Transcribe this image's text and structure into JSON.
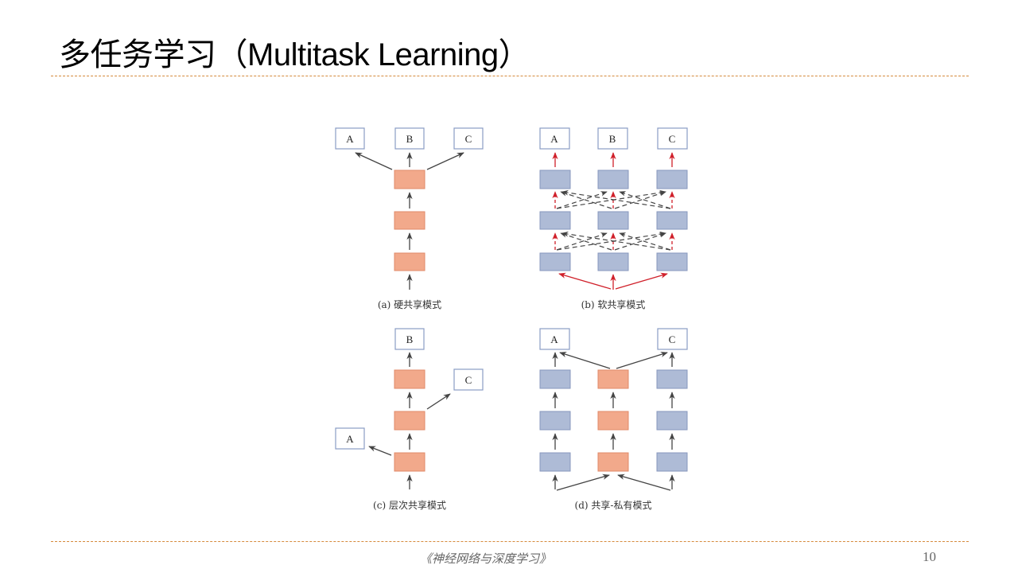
{
  "slide": {
    "title": "多任务学习（Multitask Learning）",
    "footer_book": "《神经网络与深度学习》",
    "page_number": "10"
  },
  "colors": {
    "shared_layer": "#f2a98b",
    "shared_layer_border": "#e08a68",
    "private_layer": "#aebbd6",
    "private_layer_border": "#8797bd",
    "task_box_border": "#8a9cc4",
    "arrow": "#444444",
    "soft_share_arrow": "#d0202a",
    "rule": "#d58a3c"
  },
  "figure": {
    "panels": [
      {
        "id": "a",
        "caption": "(a) 硬共享模式",
        "tasks": [
          "A",
          "B",
          "C"
        ]
      },
      {
        "id": "b",
        "caption": "(b) 软共享模式",
        "tasks": [
          "A",
          "B",
          "C"
        ]
      },
      {
        "id": "c",
        "caption": "(c) 层次共享模式",
        "tasks": [
          "B",
          "C",
          "A"
        ]
      },
      {
        "id": "d",
        "caption": "(d) 共享-私有模式",
        "tasks": [
          "A",
          "C"
        ]
      }
    ]
  }
}
